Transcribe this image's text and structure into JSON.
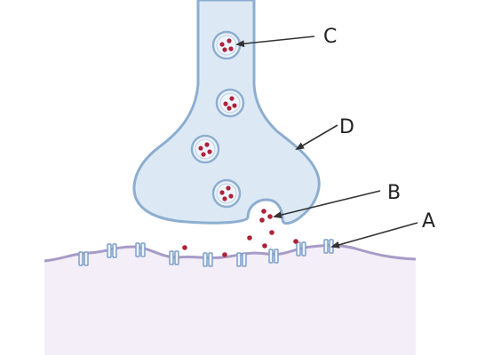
{
  "labels": {
    "a": "A",
    "b": "B",
    "c": "C",
    "d": "D"
  },
  "colors": {
    "terminal_fill": "#dce9f5",
    "terminal_stroke": "#8daed0",
    "postsynaptic_fill": "#f3eef8",
    "postsynaptic_stroke": "#a79bc7",
    "neurotransmitter": "#b0213a",
    "receptor_fill": "#eef4fb",
    "receptor_stroke": "#7f9fc8",
    "pointer": "#333333"
  }
}
